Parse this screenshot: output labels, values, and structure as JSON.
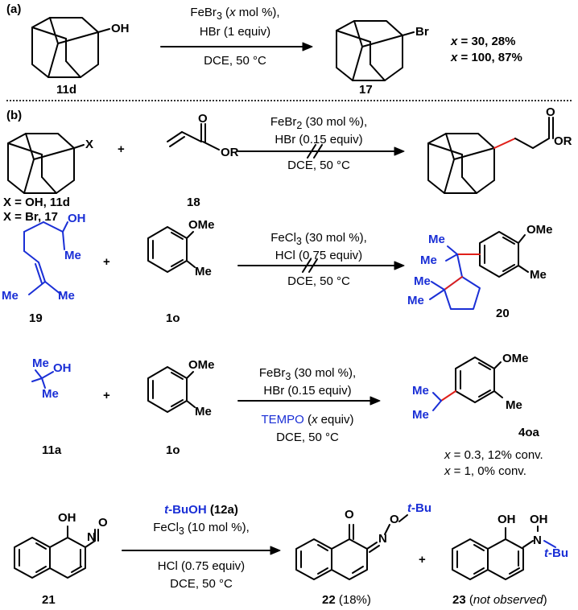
{
  "panel_a": {
    "label": "(a)",
    "reactant": {
      "label": "11d",
      "group": "OH"
    },
    "conditions": {
      "line1_pre": "FeBr",
      "line1_sub": "3",
      "line1_mid": " (",
      "line1_var": "x",
      "line1_post": " mol %),",
      "line2": "HBr (1 equiv)",
      "line3": "DCE, 50 °C"
    },
    "product": {
      "label": "17",
      "group": "Br"
    },
    "results": [
      {
        "var": "x",
        "text": " =   30,  28%"
      },
      {
        "var": "x",
        "text": " = 100,  87%"
      }
    ]
  },
  "panel_b": {
    "label": "(b)",
    "rxn1": {
      "reactant_group": "X",
      "reactant_labels": [
        "X = OH,  11d",
        "X = Br,    17"
      ],
      "plus": "+",
      "acrylate_group": "OR",
      "acrylate_o": "O",
      "acrylate_label": "18",
      "conditions": {
        "line1_pre": "FeBr",
        "line1_sub": "2",
        "line1_post": " (30 mol %),",
        "line2": "HBr (0.15 equiv)",
        "line3": "DCE, 50 °C"
      },
      "product_group": "OR",
      "product_o": "O"
    },
    "rxn2": {
      "reactant_groups": {
        "oh": "OH",
        "me1": "Me",
        "me2": "Me",
        "me3": "Me"
      },
      "reactant_label": "19",
      "plus": "+",
      "arene_groups": {
        "ome": "OMe",
        "me": "Me"
      },
      "arene_label": "1o",
      "conditions": {
        "line1_pre": "FeCl",
        "line1_sub": "3",
        "line1_post": " (30 mol %),",
        "line2": "HCl (0.75 equiv)",
        "line3": "DCE, 50 °C"
      },
      "product_groups": {
        "me1": "Me",
        "me2": "Me",
        "me3": "Me",
        "me4": "Me",
        "ome": "OMe",
        "me5": "Me"
      },
      "product_label": "20"
    },
    "rxn3": {
      "reactant_groups": {
        "me1": "Me",
        "oh": "OH",
        "me2": "Me"
      },
      "reactant_label": "11a",
      "plus": "+",
      "arene_groups": {
        "ome": "OMe",
        "me": "Me"
      },
      "arene_label": "1o",
      "conditions": {
        "line1_pre": "FeBr",
        "line1_sub": "3",
        "line1_post": " (30 mol %),",
        "line2": "HBr (0.15 equiv)",
        "line3_blue": "TEMPO",
        "line3_pre": " (",
        "line3_var": "x",
        "line3_post": " equiv)",
        "line4": "DCE, 50 °C"
      },
      "product_groups": {
        "me1": "Me",
        "me2": "Me",
        "ome": "OMe",
        "me3": "Me"
      },
      "product_label": "4oa",
      "results": [
        {
          "var": "x",
          "text": " = 0.3, 12% conv."
        },
        {
          "var": "x",
          "text": " = 1,      0% conv."
        }
      ]
    },
    "rxn4": {
      "reactant_groups": {
        "oh": "OH",
        "o": "O",
        "n": "N"
      },
      "reactant_label": "21",
      "conditions": {
        "line1_var": "t",
        "line1_blue": "-BuOH",
        "line1_post": " (12a)",
        "line2_pre": "FeCl",
        "line2_sub": "3",
        "line2_post": " (10 mol %),",
        "line3": "HCl (0.75 equiv)",
        "line4": "DCE, 50 °C"
      },
      "product1_groups": {
        "o": "O",
        "n": "N",
        "o2": "O",
        "tbu_t": "t",
        "tbu_rest": "-Bu"
      },
      "product1_label": "22",
      "product1_yield": " (18%)",
      "plus": "+",
      "product2_groups": {
        "oh": "OH",
        "oh2": "OH",
        "n": "N",
        "tbu_t": "t",
        "tbu_rest": "-Bu"
      },
      "product2_label": "23",
      "product2_note": "not observed"
    }
  }
}
